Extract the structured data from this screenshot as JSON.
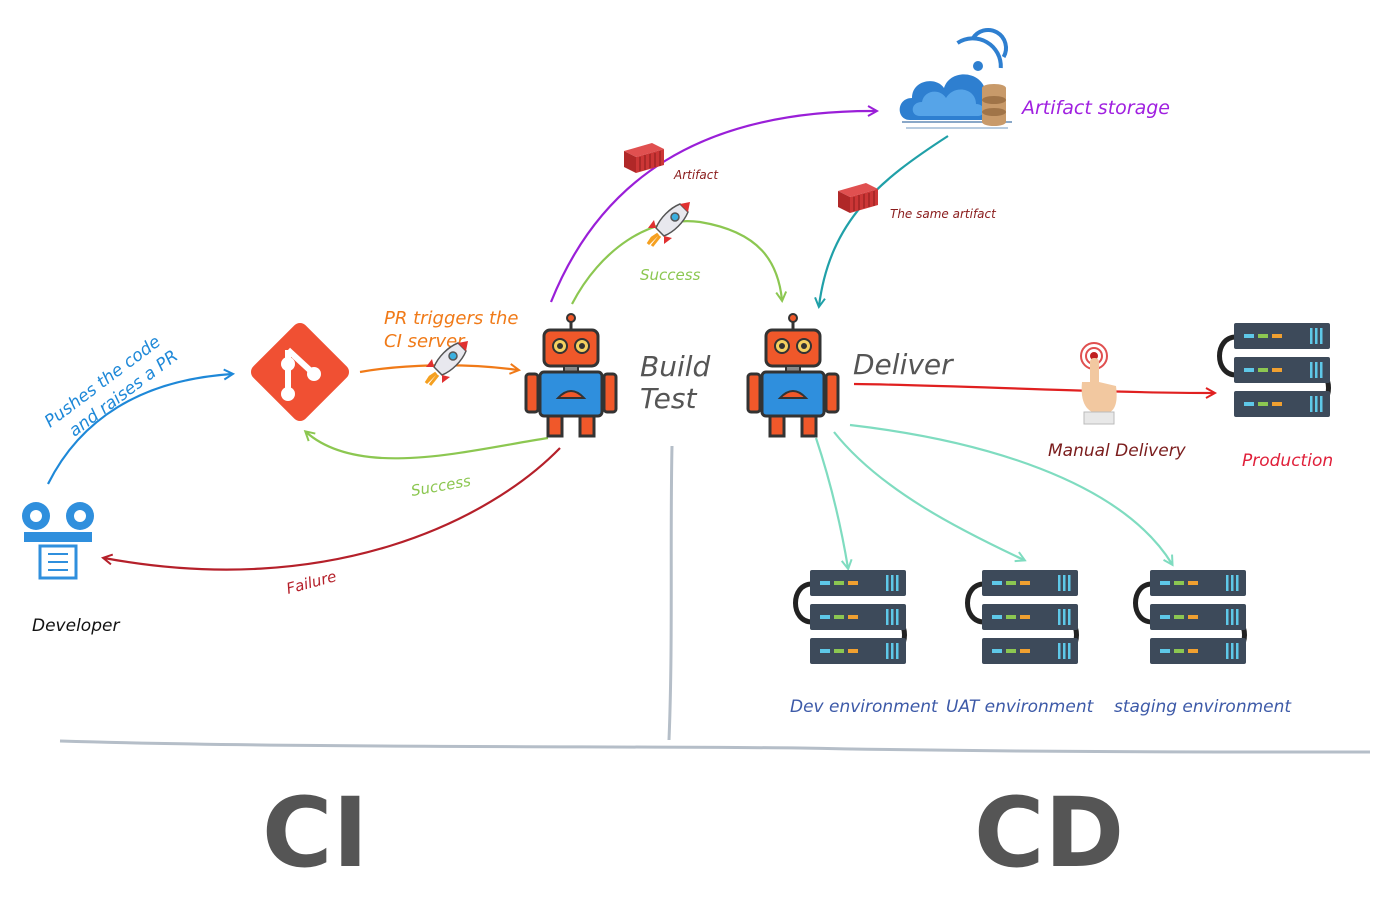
{
  "labels": {
    "pushes_line1": "Pushes the code",
    "pushes_line2": "and raises a PR",
    "developer": "Developer",
    "pr_line1": "PR triggers the",
    "pr_line2": "CI server",
    "build": "Build",
    "test": "Test",
    "success_top": "Success",
    "success_back": "Success",
    "failure": "Failure",
    "artifact": "Artifact",
    "same_artifact": "The same artifact",
    "artifact_storage": "Artifact storage",
    "deliver": "Deliver",
    "manual_delivery": "Manual Delivery",
    "production": "Production",
    "dev_env": "Dev environment",
    "uat_env": "UAT environment",
    "staging_env": "staging environment",
    "ci": "CI",
    "cd": "CD"
  },
  "colors": {
    "push_arrow": "#1e88d8",
    "pr_arrow": "#f07a18",
    "success": "#8cc751",
    "failure": "#b5202a",
    "artifact_arrow": "#9a1fd8",
    "same_artifact_arrow": "#20a0a8",
    "deliver_arrow": "#e02020",
    "env_arrow": "#7fdcc0",
    "git_red": "#f05033",
    "robot_orange": "#f0582a",
    "robot_blue": "#2f8fdd",
    "server_dark": "#3d4a5a",
    "cloud_blue": "#2e7fd0",
    "env_label": "#3d5aa8",
    "production_label": "#e0203a",
    "storage_label": "#a020e0",
    "manual_label": "#7a1c1c",
    "artifact_label": "#8a1c1c",
    "axis_gray": "#b5bec8",
    "big_label": "#555555"
  },
  "icons": [
    "developer-icon",
    "git-icon",
    "robot-ci-icon",
    "robot-cd-icon",
    "rocket-icon",
    "artifact-box-icon",
    "cloud-storage-icon",
    "finger-press-icon",
    "server-icon"
  ]
}
